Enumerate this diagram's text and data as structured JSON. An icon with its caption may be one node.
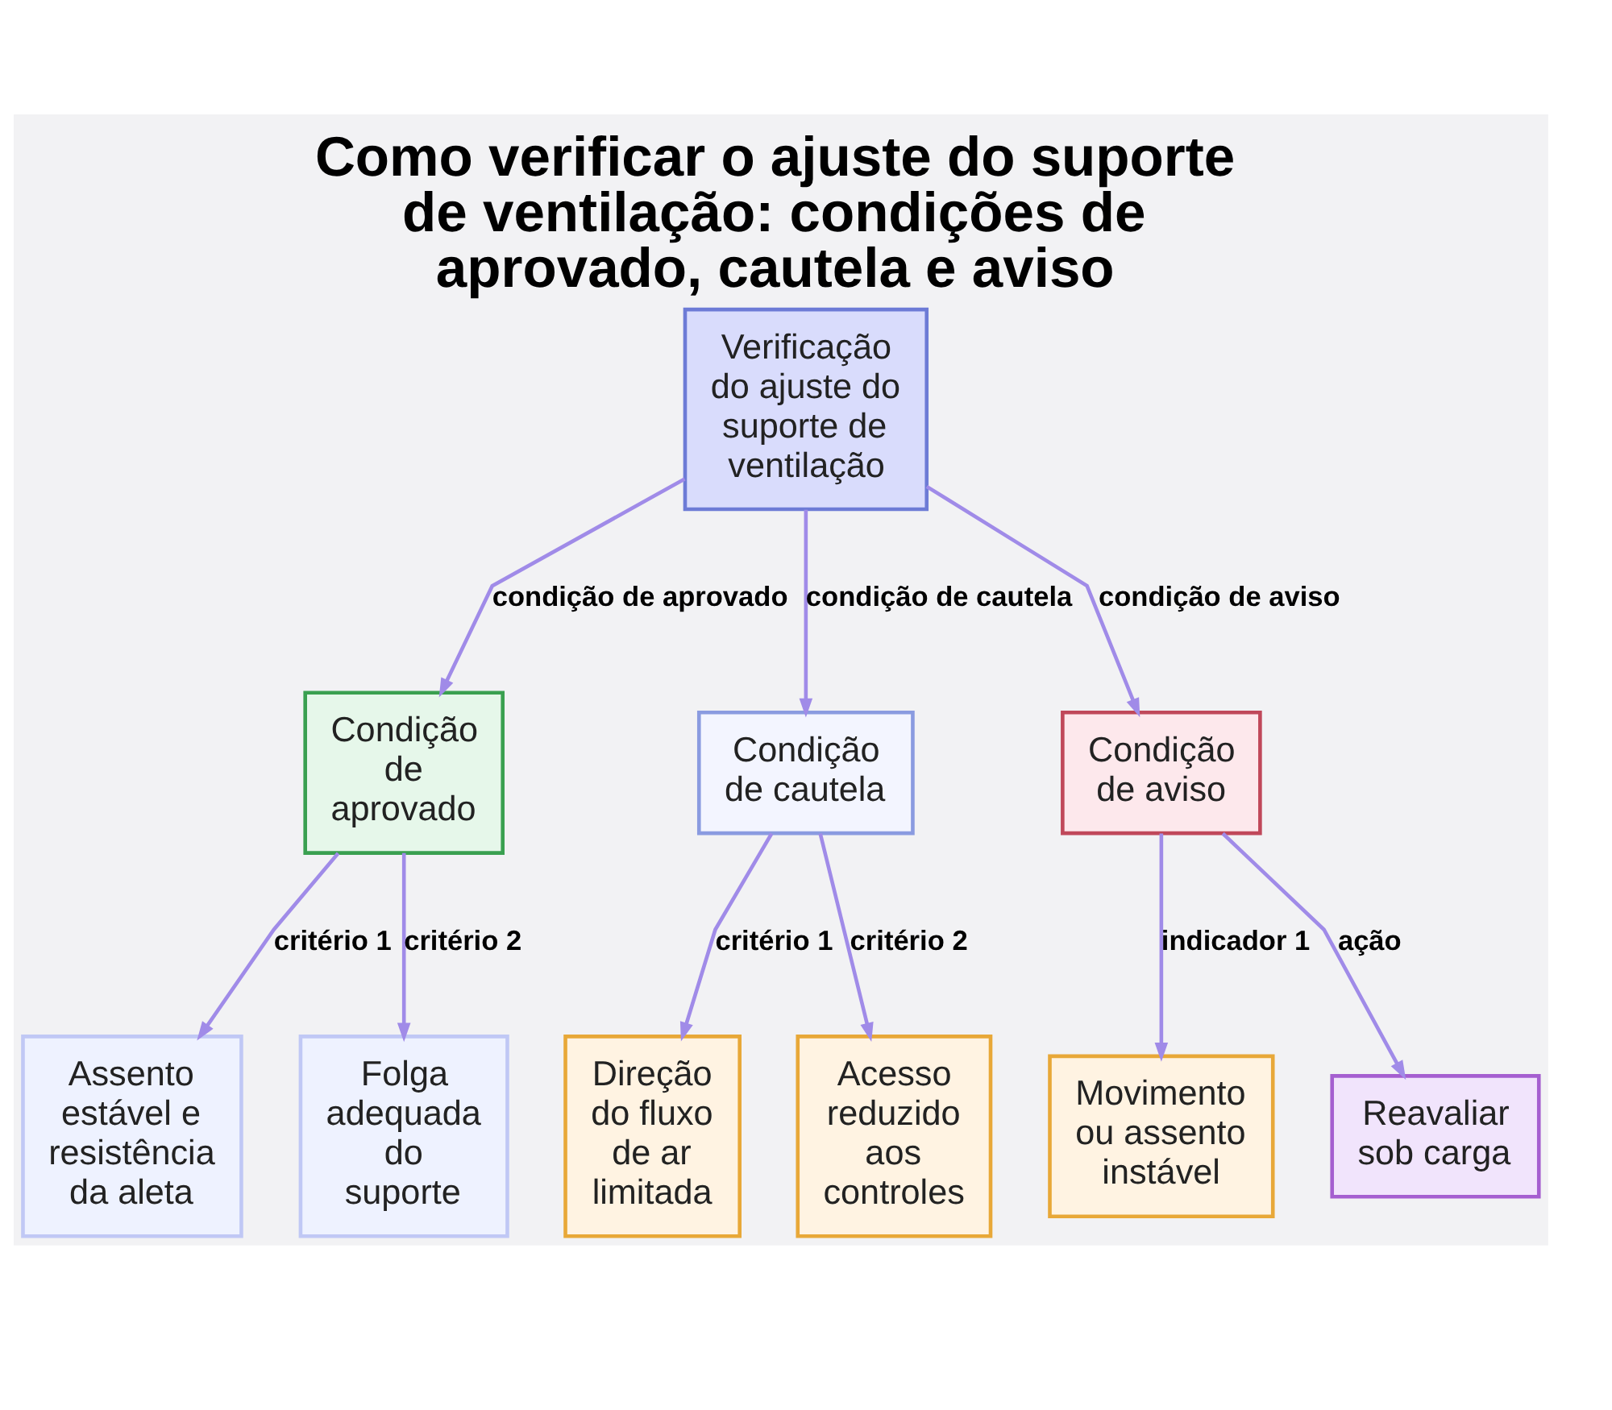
{
  "diagram": {
    "title": "Como verificar o ajuste do suporte de ventilação: condições de aprovado, cautela e aviso",
    "nodes": [
      {
        "text": [
          "Verificação do ajuste do suporte de ventilação"
        ]
      },
      {
        "text": [
          "Condição de aprovado"
        ]
      },
      {
        "text": [
          "Condição de cautela"
        ]
      },
      {
        "text": [
          "Condição de aviso"
        ]
      },
      {
        "text": [
          "Assento estável e resistência da aleta"
        ]
      },
      {
        "text": [
          "Folga adequada do suporte"
        ]
      },
      {
        "text": [
          "Direção do fluxo de ar limitada"
        ]
      },
      {
        "text": [
          "Acesso reduzido aos controles"
        ]
      },
      {
        "text": [
          "Movimento ou assento instável"
        ]
      },
      {
        "text": [
          "Reavaliar sob carga"
        ]
      }
    ],
    "edges": [
      {
        "from": 0,
        "to": 1,
        "arrow": "to",
        "label": "condição de aprovado"
      },
      {
        "from": 0,
        "to": 2,
        "arrow": "to",
        "label": "condição de cautela"
      },
      {
        "from": 0,
        "to": 3,
        "arrow": "to",
        "label": "condição de aviso"
      },
      {
        "from": 1,
        "to": 4,
        "arrow": "to",
        "label": "critério 1"
      },
      {
        "from": 1,
        "to": 5,
        "arrow": "to",
        "label": "critério 2"
      },
      {
        "from": 2,
        "to": 6,
        "arrow": "to",
        "label": "critério 1"
      },
      {
        "from": 2,
        "to": 7,
        "arrow": "to",
        "label": "critério 2"
      },
      {
        "from": 3,
        "to": 8,
        "arrow": "to",
        "label": "indicador 1"
      },
      {
        "from": 3,
        "to": 9,
        "arrow": "to",
        "label": "ação"
      }
    ]
  }
}
